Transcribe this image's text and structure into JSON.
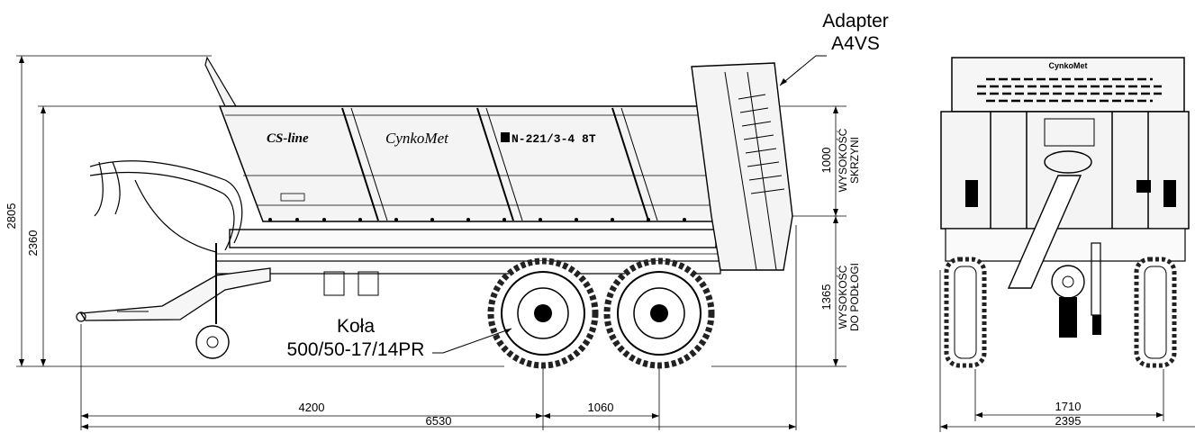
{
  "labels": {
    "adapter_line1": "Adapter",
    "adapter_line2": "A4VS",
    "wheels_line1": "Koła",
    "wheels_line2": "500/50-17/14PR",
    "box_height_line1": "WYSOKOŚĆ",
    "box_height_line2": "SKRZYNI",
    "floor_height_line1": "WYSOKOŚĆ",
    "floor_height_line2": "DO PODŁOGI",
    "brand_cs_line": "CS-line",
    "brand_cynkomet": "CynkoMet",
    "model": "N-221/3-4 8T",
    "rear_badge": "CynkoMet"
  },
  "dimensions": {
    "total_height": "2805",
    "box_top_height": "2360",
    "box_height": "1000",
    "floor_height": "1365",
    "hitch_to_axle": "4200",
    "axle_spacing": "1060",
    "total_length": "6530",
    "track_width": "1710",
    "total_width": "2395"
  },
  "colors": {
    "line": "#000000",
    "body_fill": "#f4f4f4",
    "tire": "#222222",
    "background": "#ffffff"
  }
}
